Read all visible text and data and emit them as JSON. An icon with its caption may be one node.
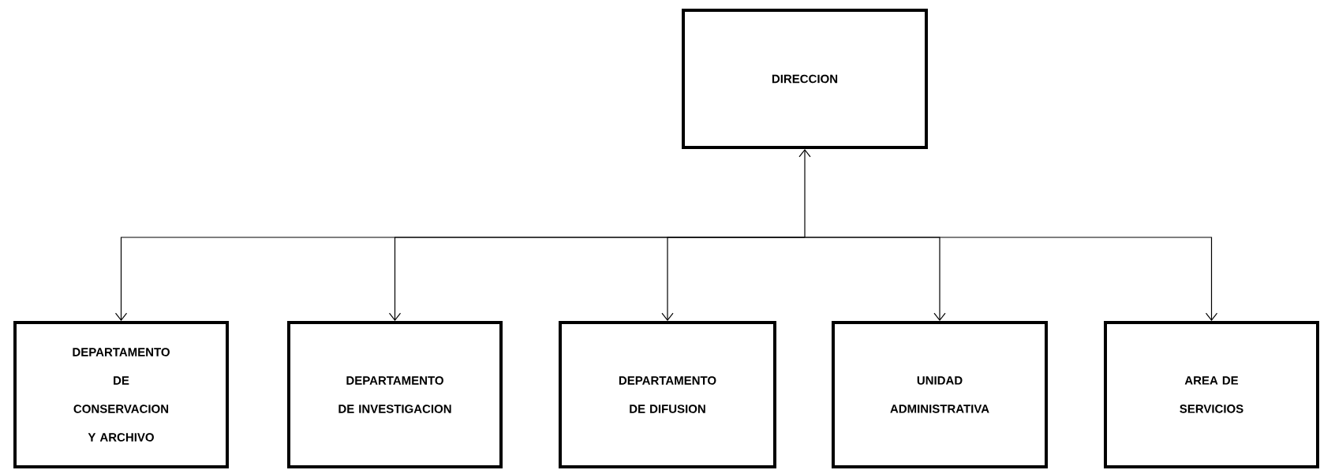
{
  "diagram": {
    "nodes": [
      {
        "text": [
          "DIRECCION"
        ]
      },
      {
        "text": [
          "DEPARTAMENTO DE CONSERVACION Y ARCHIVO"
        ]
      },
      {
        "text": [
          "DEPARTAMENTO DE INVESTIGACION"
        ]
      },
      {
        "text": [
          "DEPARTAMENTO DE DIFUSION"
        ]
      },
      {
        "text": [
          "UNIDAD ADMINISTRATIVA"
        ]
      },
      {
        "text": [
          "AREA DE SERVICIOS"
        ]
      }
    ],
    "edges": [
      {
        "from": 0,
        "to": 1,
        "arrow": "both"
      },
      {
        "from": 0,
        "to": 2,
        "arrow": "both"
      },
      {
        "from": 0,
        "to": 3,
        "arrow": "both"
      },
      {
        "from": 0,
        "to": 4,
        "arrow": "both"
      },
      {
        "from": 0,
        "to": 5,
        "arrow": "both"
      }
    ]
  }
}
